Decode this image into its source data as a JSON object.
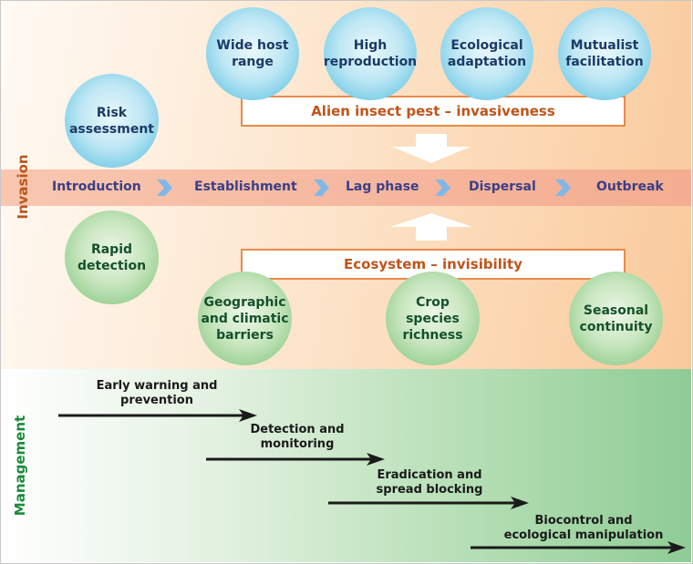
{
  "sections": {
    "invasion_label": "Invasion",
    "management_label": "Management"
  },
  "colors": {
    "invasion_label": "#b8561d",
    "management_label": "#1c8a3c",
    "stage_text": "#3b3f86",
    "factor_box_border": "#e98a4a",
    "factor_box_text": "#c0541a",
    "chevron": "#7fb8e8"
  },
  "stages": [
    {
      "label": "Introduction"
    },
    {
      "label": "Establishment"
    },
    {
      "label": "Lag phase"
    },
    {
      "label": "Dispersal"
    },
    {
      "label": "Outbreak"
    }
  ],
  "pest_traits": {
    "title": "Alien insect pest –  invasiveness",
    "items": [
      {
        "line1": "Wide host",
        "line2": "range"
      },
      {
        "line1": "High",
        "line2": "reproduction"
      },
      {
        "line1": "Ecological",
        "line2": "adaptation"
      },
      {
        "line1": "Mutualist",
        "line2": "facilitation"
      }
    ]
  },
  "ecosystem_traits": {
    "title": "Ecosystem – invisibility",
    "items": [
      {
        "line1": "Geographic",
        "line2": "and climatic",
        "line3": "barriers"
      },
      {
        "line1": "Crop",
        "line2": "species",
        "line3": "richness"
      },
      {
        "line1": "Seasonal",
        "line2": "continuity"
      }
    ]
  },
  "side_actions": {
    "risk": {
      "line1": "Risk",
      "line2": "assessment"
    },
    "detection": {
      "line1": "Rapid",
      "line2": "detection"
    }
  },
  "management_steps": [
    {
      "line1": "Early warning and",
      "line2": "prevention"
    },
    {
      "line1": "Detection and",
      "line2": "monitoring"
    },
    {
      "line1": "Eradication and",
      "line2": "spread blocking"
    },
    {
      "line1": "Biocontrol and",
      "line2": "ecological manipulation"
    }
  ]
}
